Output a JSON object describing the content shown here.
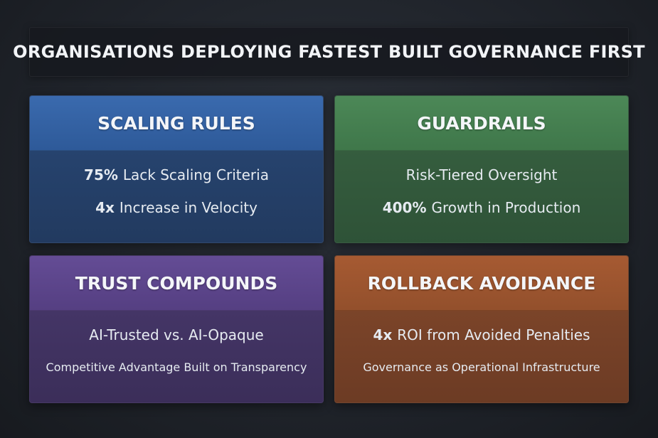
{
  "header": {
    "title": "ORGANISATIONS DEPLOYING FASTEST BUILT GOVERNANCE FIRST"
  },
  "cards": [
    {
      "title": "SCALING RULES",
      "color": "#2e5a99",
      "lines": [
        {
          "number": "75%",
          "text": "Lack Scaling Criteria"
        },
        {
          "number": "4x",
          "text": "Increase in Velocity"
        }
      ]
    },
    {
      "title": "GUARDRAILS",
      "color": "#3f774a",
      "lines": [
        {
          "text": "Risk-Tiered Oversight"
        },
        {
          "number": "400%",
          "text": "Growth in Production"
        }
      ]
    },
    {
      "title": "TRUST COMPOUNDS",
      "color": "#553f82",
      "lines": [
        {
          "text": "AI-Trusted vs. AI-Opaque"
        },
        {
          "text": "Competitive Advantage Built on Transparency"
        }
      ]
    },
    {
      "title": "ROLLBACK AVOIDANCE",
      "color": "#93502c",
      "lines": [
        {
          "number": "4x",
          "text": "ROI from Avoided Penalties"
        },
        {
          "text": "Governance as Operational Infrastructure"
        }
      ]
    }
  ]
}
